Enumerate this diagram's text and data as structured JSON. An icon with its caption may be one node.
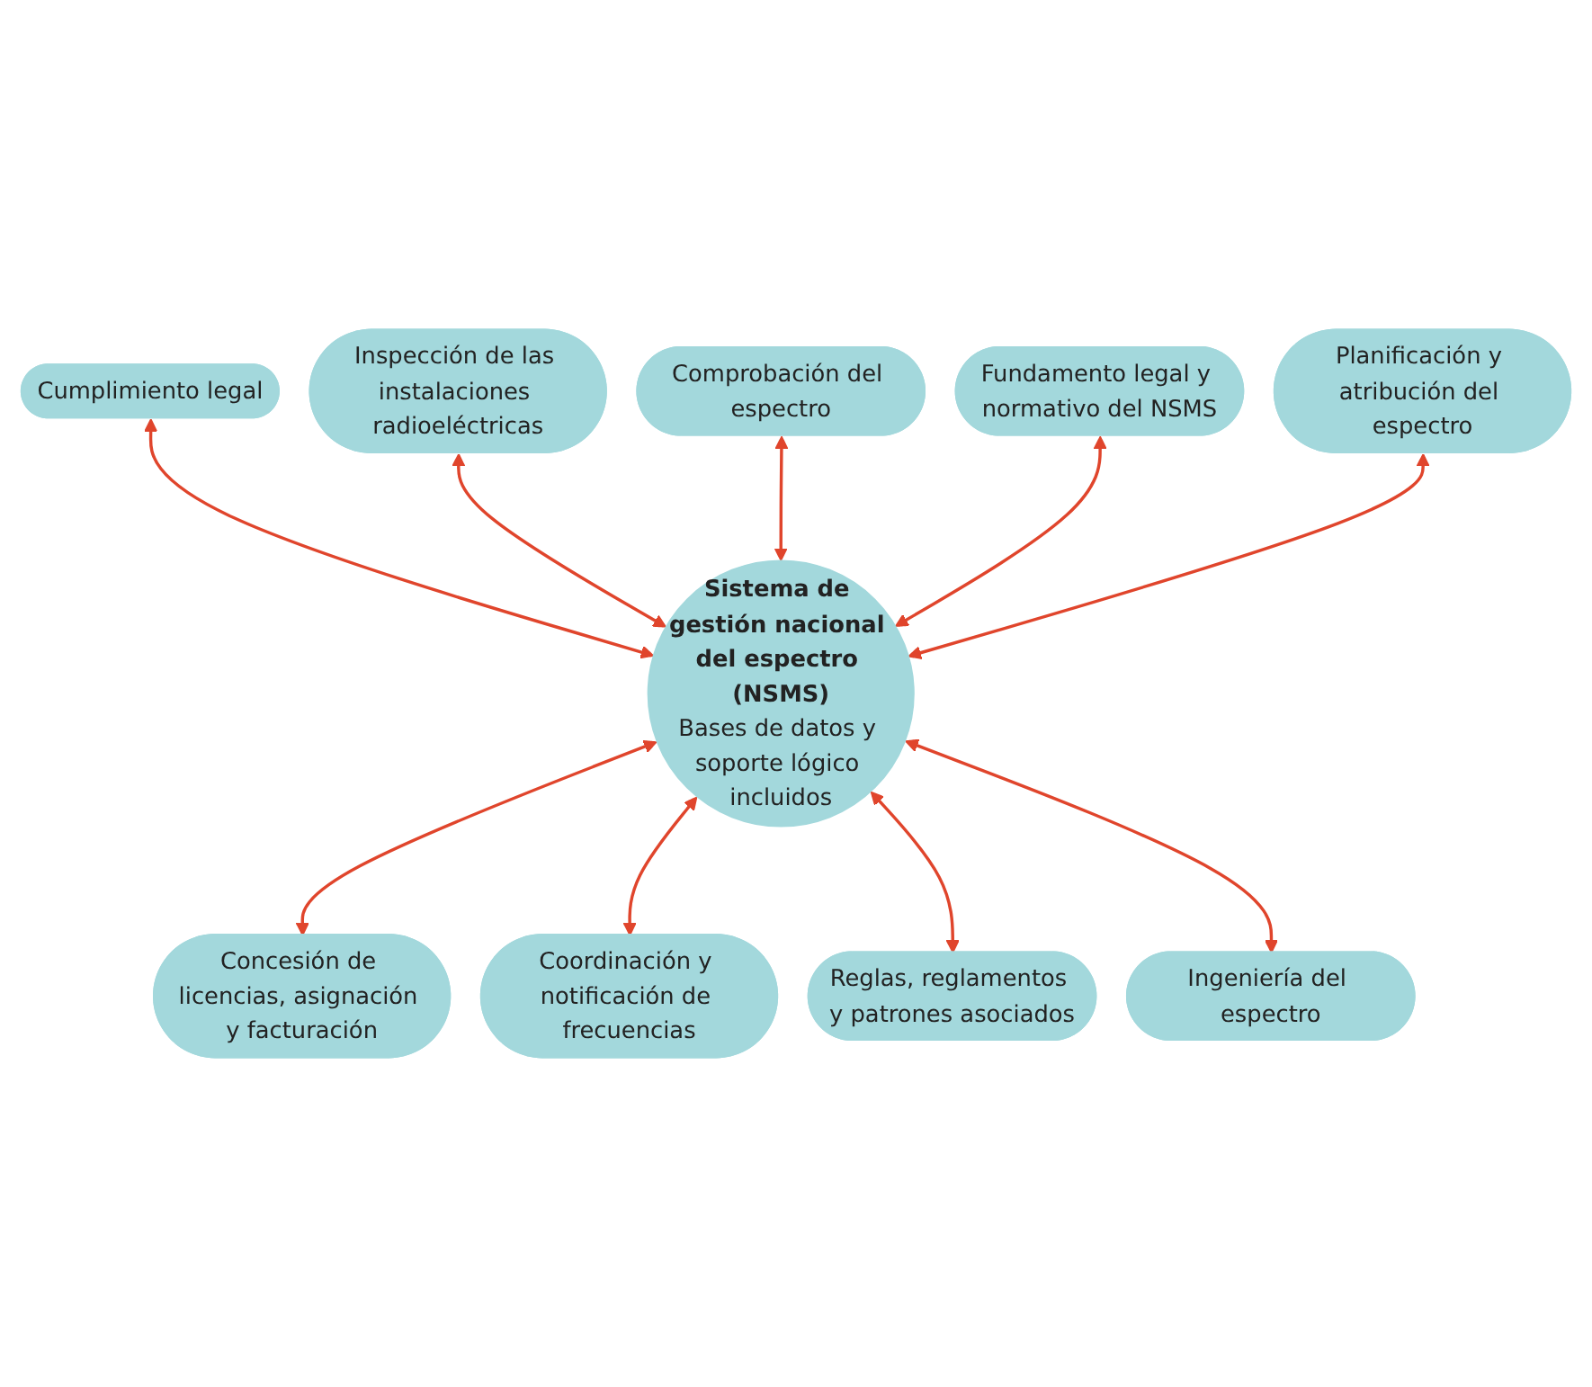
{
  "diagram": {
    "nodes": [
      {
        "text": [
          "Comprobación del espectro"
        ]
      },
      {
        "text": [
          "Cumplimiento legal"
        ]
      },
      {
        "text": [
          "Fundamento legal y normativo del NSMS"
        ]
      },
      {
        "text": [
          "Inspección de las instalaciones radioeléctricas"
        ]
      },
      {
        "text": [
          "Sistema de gestión nacional del espectro (NSMS)",
          "Bases de datos y soporte lógico incluidos"
        ]
      },
      {
        "text": [
          "Planificación y atribución del espectro"
        ]
      },
      {
        "text": [
          "Ingeniería del espectro"
        ]
      },
      {
        "text": [
          "Concesión de licencias, asignación y facturación"
        ]
      },
      {
        "text": [
          "Reglas, reglamentos y patrones asociados"
        ]
      },
      {
        "text": [
          "Coordinación y notificación de frecuencias"
        ]
      }
    ],
    "edges": [
      {
        "from": 1,
        "to": 4,
        "arrow": "both"
      },
      {
        "from": 3,
        "to": 4,
        "arrow": "both"
      },
      {
        "from": 0,
        "to": 4,
        "arrow": "both"
      },
      {
        "from": 2,
        "to": 4,
        "arrow": "both"
      },
      {
        "from": 5,
        "to": 4,
        "arrow": "both"
      },
      {
        "from": 4,
        "to": 7,
        "arrow": "both"
      },
      {
        "from": 4,
        "to": 9,
        "arrow": "both"
      },
      {
        "from": 4,
        "to": 8,
        "arrow": "both"
      },
      {
        "from": 4,
        "to": 6,
        "arrow": "both"
      }
    ]
  }
}
